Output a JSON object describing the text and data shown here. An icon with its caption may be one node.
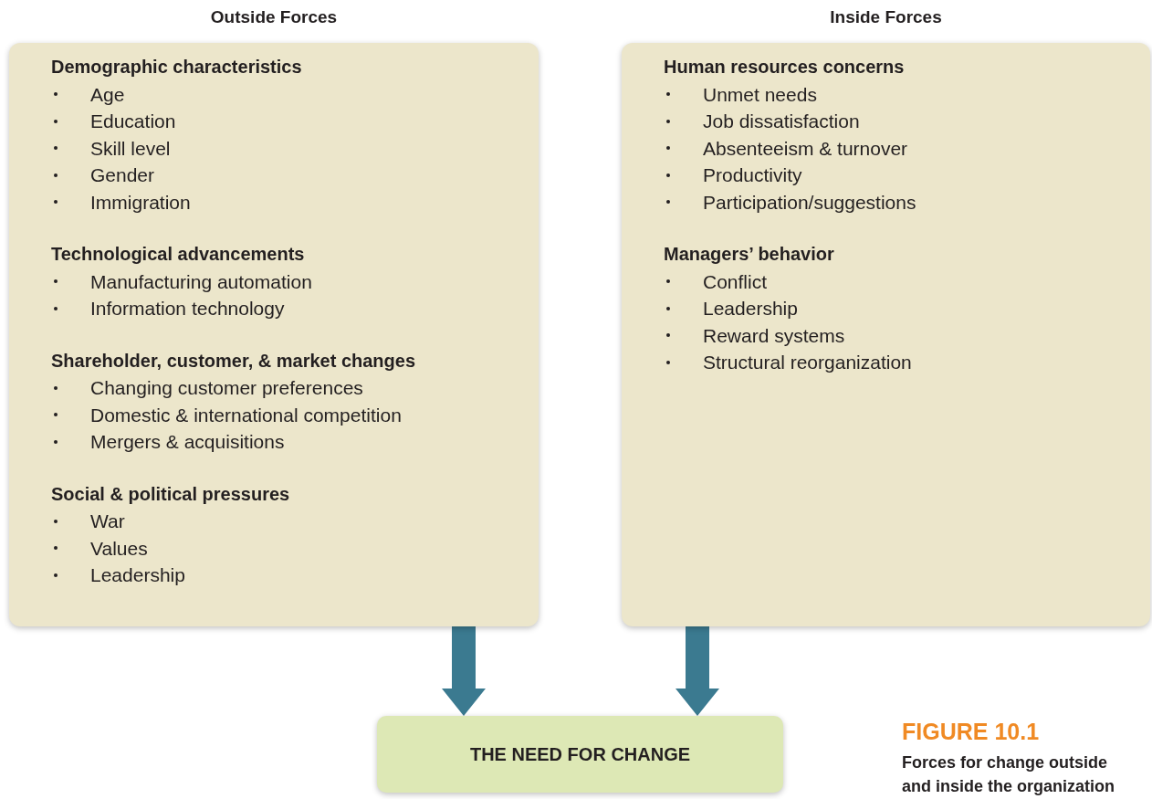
{
  "diagram": {
    "title": "FIGURE 10.1",
    "caption": "Forces for change outside and inside the organization",
    "nodes": [
      {
        "text": [
          "Outside Forces",
          "Demographic characteristics",
          "Age",
          "Education",
          "Skill level",
          "Gender",
          "Immigration",
          "Technological advancements",
          "Manufacturing automation",
          "Information technology",
          "Shareholder, customer, & market changes",
          "Changing customer preferences",
          "Domestic & international competition",
          "Mergers & acquisitions",
          "Social & political pressures",
          "War",
          "Values",
          "Leadership"
        ]
      },
      {
        "text": [
          "Inside Forces",
          "Human resources concerns",
          "Unmet needs",
          "Job dissatisfaction",
          "Absenteeism & turnover",
          "Productivity",
          "Participation/suggestions",
          "Managers’ behavior",
          "Conflict",
          "Leadership",
          "Reward systems",
          "Structural reorganization"
        ]
      },
      {
        "text": [
          "THE NEED FOR CHANGE"
        ]
      }
    ],
    "edges": [
      {
        "from": 0,
        "to": 2,
        "arrow": "to"
      },
      {
        "from": 1,
        "to": 2,
        "arrow": "to"
      }
    ]
  }
}
